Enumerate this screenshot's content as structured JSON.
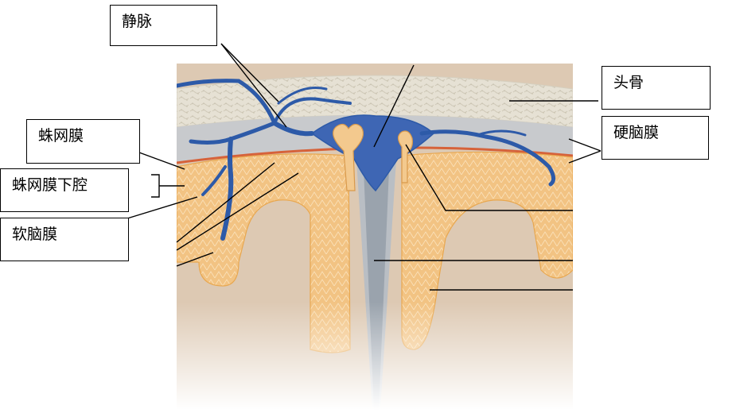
{
  "labels": {
    "vein": "静脉",
    "skull": "头骨",
    "dura_mater": "硬脑膜",
    "arachnoid": "蛛网膜",
    "subarachnoid_space": "蛛网膜下腔",
    "pia_mater": "软脑膜"
  },
  "colors": {
    "bone": "#e6e1d4",
    "bone_pattern": "#cfc9b8",
    "dura": "#c9cbcd",
    "vein": "#2d5aa8",
    "vein_fill": "#3e66b4",
    "cortex": "#f2c383",
    "cortex_line": "#e8a74f",
    "white_matter": "#d9c3ad",
    "pia": "#d6623a"
  }
}
